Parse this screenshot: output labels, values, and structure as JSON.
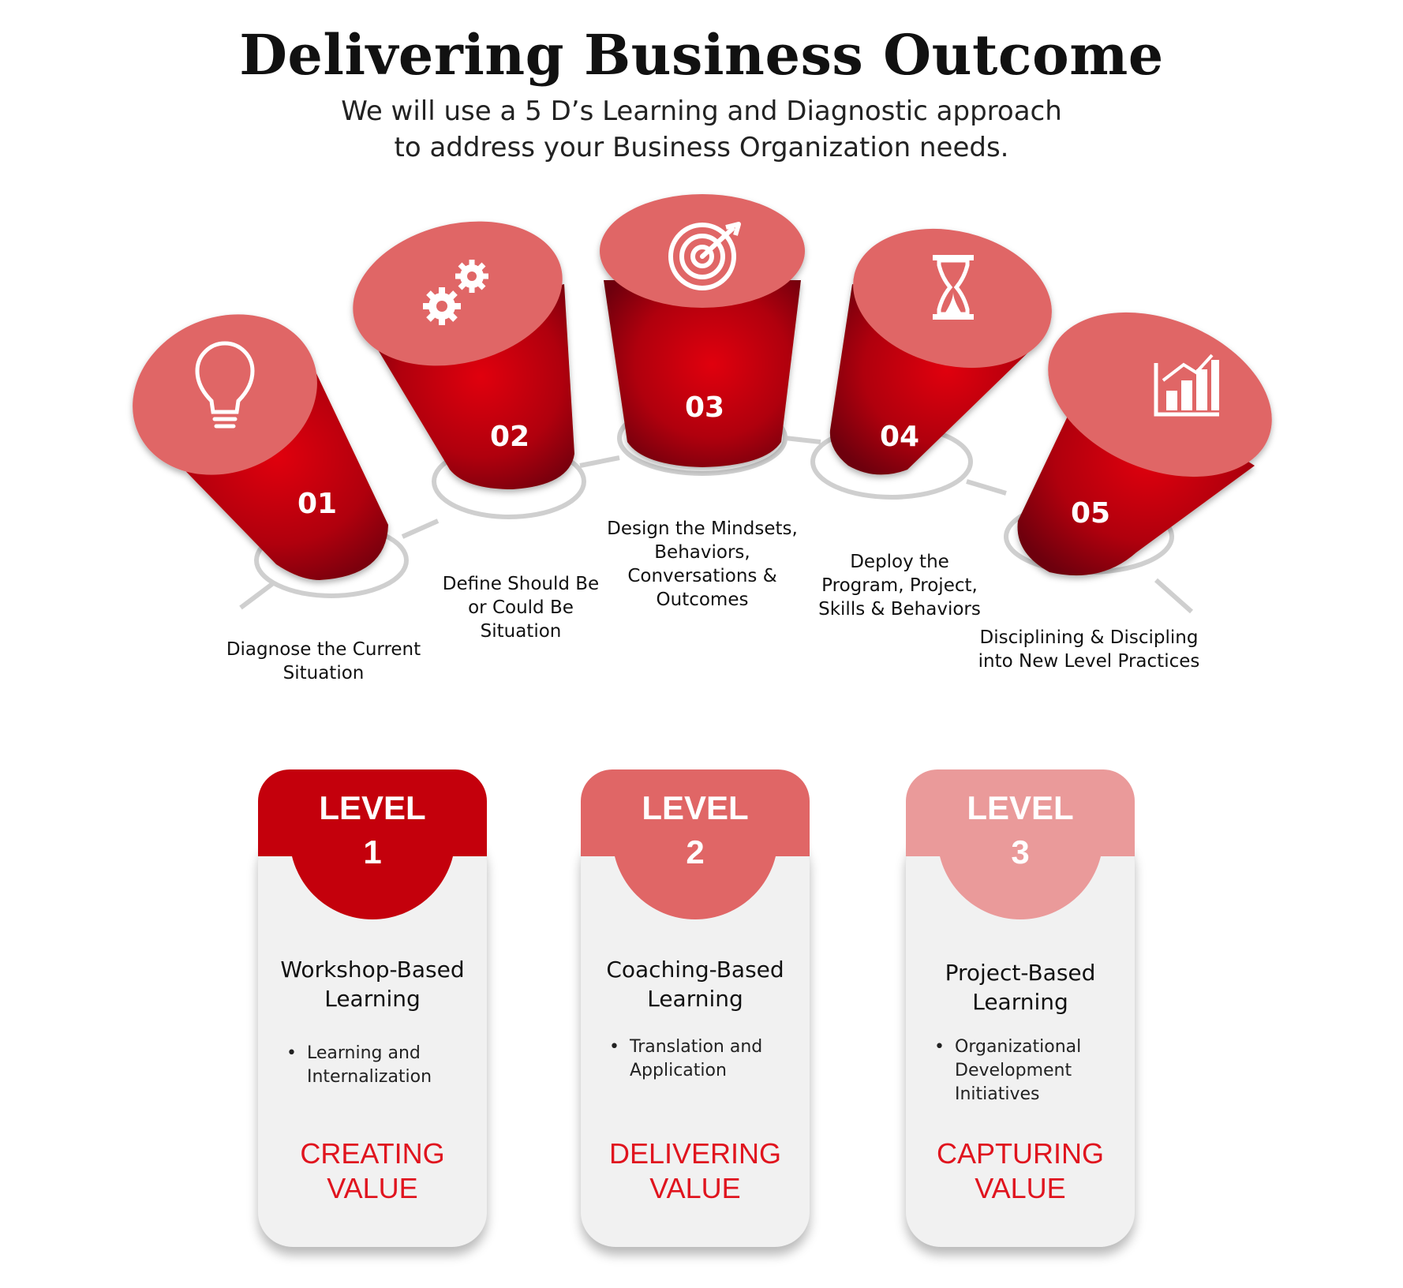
{
  "header": {
    "title": "Delivering Business Outcome",
    "subtitle_line1": "We will use a 5 D’s Learning and Diagnostic approach",
    "subtitle_line2": "to address your Business Organization needs."
  },
  "steps": [
    {
      "number": "01",
      "icon": "lightbulb-icon",
      "label_lines": [
        "Diagnose the Current",
        "Situation"
      ]
    },
    {
      "number": "02",
      "icon": "gears-icon",
      "label_lines": [
        "Define Should Be",
        "or Could Be",
        "Situation"
      ]
    },
    {
      "number": "03",
      "icon": "target-icon",
      "label_lines": [
        "Design the Mindsets,",
        "Behaviors,",
        "Conversations &",
        "Outcomes"
      ]
    },
    {
      "number": "04",
      "icon": "hourglass-icon",
      "label_lines": [
        "Deploy the",
        "Program, Project,",
        "Skills & Behaviors"
      ]
    },
    {
      "number": "05",
      "icon": "bar-chart-icon",
      "label_lines": [
        "Disciplining & Discipling",
        "into New Level Practices"
      ]
    }
  ],
  "levels": [
    {
      "level_word": "LEVEL",
      "level_num": "1",
      "heading_lines": [
        "Workshop-Based",
        "Learning"
      ],
      "bullet_lines": [
        "Learning and",
        "Internalization"
      ],
      "value_lines": [
        "CREATING",
        "VALUE"
      ],
      "color": "#c4000c"
    },
    {
      "level_word": "LEVEL",
      "level_num": "2",
      "heading_lines": [
        "Coaching-Based",
        "Learning"
      ],
      "bullet_lines": [
        "Translation and",
        "Application"
      ],
      "value_lines": [
        "DELIVERING",
        "VALUE"
      ],
      "color": "#e06666"
    },
    {
      "level_word": "LEVEL",
      "level_num": "3",
      "heading_lines": [
        "Project-Based",
        "Learning"
      ],
      "bullet_lines": [
        "Organizational",
        "Development",
        "Initiatives"
      ],
      "value_lines": [
        "CAPTURING",
        "VALUE"
      ],
      "color": "#ea9a9a"
    }
  ],
  "colors": {
    "cylinder_top": "#e06666",
    "cylinder_body_light": "#e0000a",
    "cylinder_body_dark": "#7a0008",
    "connector": "#cfcfcf",
    "value_text": "#e0141e"
  }
}
